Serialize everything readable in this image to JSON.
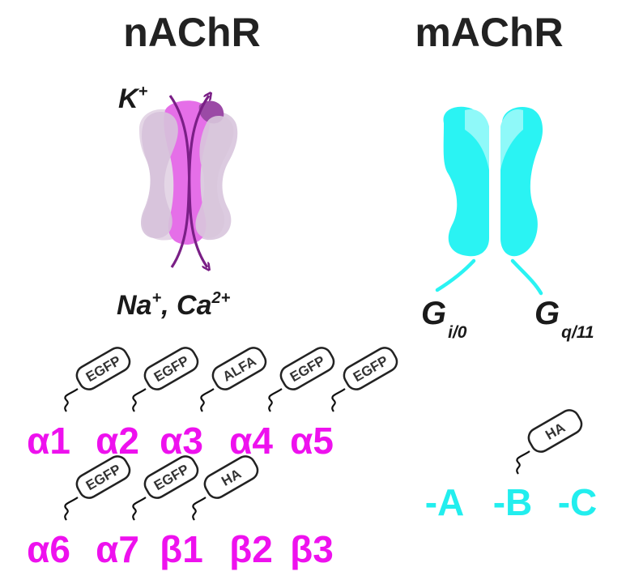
{
  "nachr": {
    "title": "nAChR",
    "ion_top": "K",
    "ion_top_charge": "+",
    "ion_bottom_na": "Na",
    "ion_bottom_na_charge": "+",
    "ion_bottom_sep": ", Ca",
    "ion_bottom_ca_charge": "2+",
    "subunits_row1": [
      "α1",
      "α2",
      "α3",
      "α4",
      "α5"
    ],
    "subunits_row2": [
      "α6",
      "α7",
      "β1",
      "β2",
      "β3"
    ],
    "tags_row1": [
      "EGFP",
      "EGFP",
      "ALFA",
      "EGFP",
      "EGFP"
    ],
    "tags_row2": [
      "EGFP",
      "EGFP",
      "HA"
    ]
  },
  "machr": {
    "title": "mAChR",
    "g_left": "G",
    "g_left_sub": "i/0",
    "g_right": "G",
    "g_right_sub": "q/11",
    "subtypes": [
      "-A",
      "-B",
      "-C"
    ],
    "tag": "HA"
  },
  "colors": {
    "magenta": "#ee11ee",
    "cyan": "#22eeee",
    "purple": "#7a1f86",
    "lilac": "#d8c8dc",
    "dark": "#222222"
  },
  "icons": [
    "ion-channel-icon",
    "gpcr-receptor-icon",
    "ion-flow-arrow-icon",
    "protein-tag-icon"
  ]
}
